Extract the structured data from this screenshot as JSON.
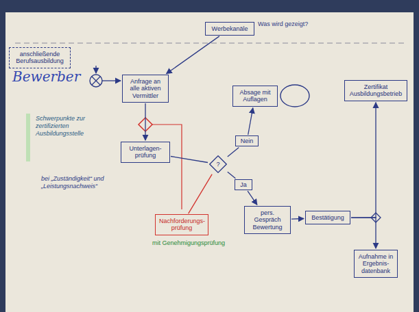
{
  "diagram": {
    "nodes": [
      {
        "text": [
          "Werbekanäle"
        ]
      },
      {
        "text": [
          "anschließende Berufsausbildung"
        ]
      },
      {
        "text": [
          "Anfrage an alle aktiven Vermittler"
        ]
      },
      {
        "text": [
          "Unterlagen-prüfung"
        ]
      },
      {
        "text": [
          "?"
        ]
      },
      {
        "text": [
          "Nein"
        ]
      },
      {
        "text": [
          "Ja"
        ]
      },
      {
        "text": [
          "Absage mit Auflagen"
        ]
      },
      {
        "text": [
          "Nachforderungs-prüfung"
        ]
      },
      {
        "text": [
          "pers. Gespräch Bewertung"
        ]
      },
      {
        "text": [
          "Bestätigung"
        ]
      },
      {
        "text": [
          "Zertifikat Ausbildungsbetrieb"
        ]
      },
      {
        "text": [
          "Aufnahme in Ergebnis-datenbank"
        ]
      }
    ],
    "edges": [
      {
        "from": 0,
        "to": 2,
        "arrow": "to"
      },
      {
        "from": 2,
        "to": 3,
        "arrow": "to"
      },
      {
        "from": 3,
        "to": 4,
        "arrow": "none"
      },
      {
        "from": 4,
        "to": 5,
        "arrow": "none"
      },
      {
        "from": 5,
        "to": 7,
        "arrow": "to"
      },
      {
        "from": 4,
        "to": 6,
        "arrow": "none"
      },
      {
        "from": 6,
        "to": 9,
        "arrow": "to"
      },
      {
        "from": 9,
        "to": 10,
        "arrow": "to"
      },
      {
        "from": 10,
        "to": 11,
        "arrow": "to"
      },
      {
        "from": 10,
        "to": 12,
        "arrow": "to"
      },
      {
        "from": 8,
        "to": 4,
        "arrow": "none"
      }
    ],
    "labels": [
      "Was wird gezeigt?",
      "Bewerber",
      "Schwerpunkte zur zertifizierten Ausbildungsstelle",
      "bei „Zuständigkeit“ und „Leistungsnachweis“",
      "mit Genehmigungsprüfung"
    ]
  }
}
